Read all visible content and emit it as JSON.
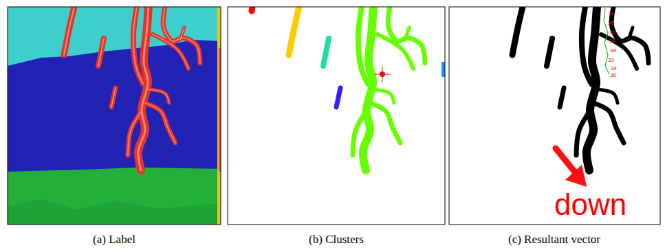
{
  "diagram": {
    "labels": [
      "(a) Label",
      "(b) Clusters",
      "(c) Resultant vector",
      "down",
      "30",
      "36",
      "35",
      "34",
      "38",
      "33",
      "34",
      "36"
    ]
  }
}
